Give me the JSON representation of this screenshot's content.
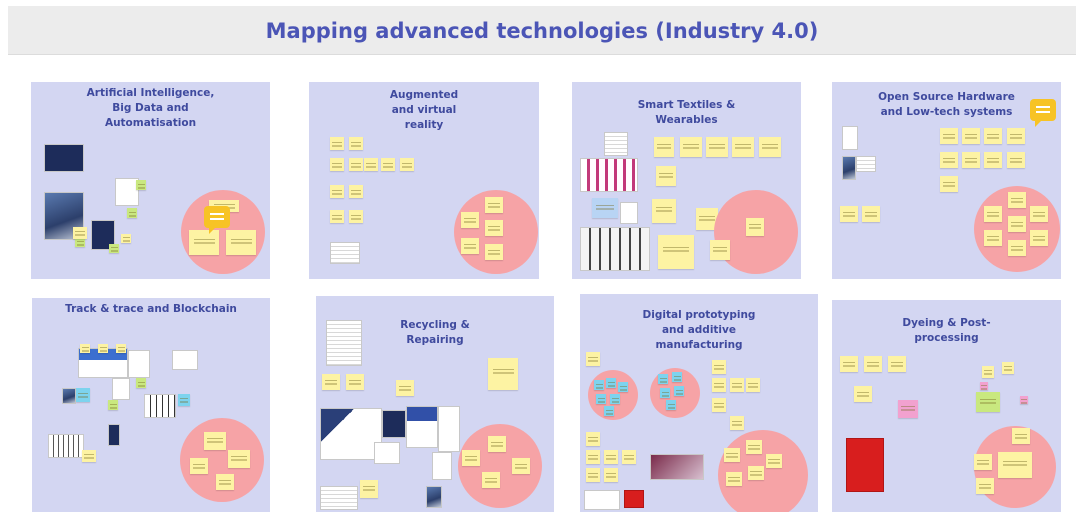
{
  "board": {
    "title": "Mapping advanced technologies (Industry 4.0)"
  },
  "frames": [
    {
      "title": "Artificial Intelligence,\nBig Data and\nAutomatisation"
    },
    {
      "title": "Augmented\nand virtual\nreality"
    },
    {
      "title": "Smart Textiles &\nWearables"
    },
    {
      "title": "Open Source Hardware\nand Low-tech systems"
    },
    {
      "title": "Track & trace and Blockchain"
    },
    {
      "title": "Recycling &\nRepairing"
    },
    {
      "title": "Digital prototyping\nand additive\nmanufacturing"
    },
    {
      "title": "Dyeing & Post-\nprocessing"
    }
  ],
  "colors": {
    "frame": "#d3d6f2",
    "title_text": "#4b55b6",
    "circle": "#f6a3a6",
    "sticky_yellow": "#fdf3a3",
    "comment_icon": "#f7c325"
  }
}
